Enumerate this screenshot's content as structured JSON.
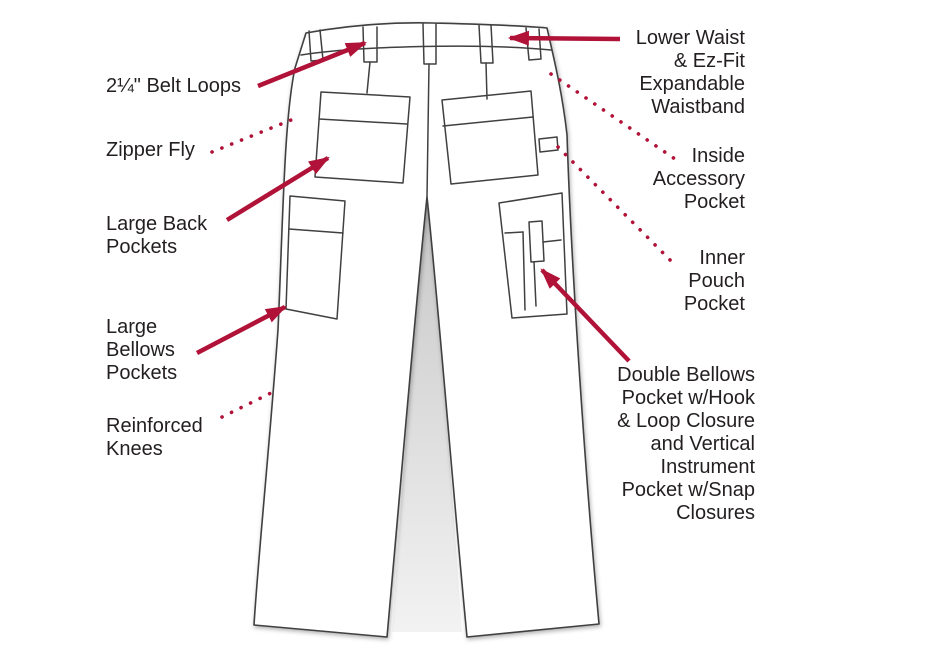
{
  "colors": {
    "accent": "#b01238",
    "ink": "#231f20",
    "line": "#404040",
    "bg": "#ffffff"
  },
  "diagram": {
    "subject": "pants-back-view-feature-callouts",
    "labels": {
      "belt_loops": "2¼\" Belt Loops",
      "zipper_fly": "Zipper Fly",
      "back_pockets": "Large Back\nPockets",
      "bellows_pockets": "Large\nBellows\nPockets",
      "reinforced_knees": "Reinforced\nKnees",
      "waistband": "Lower Waist\n& Ez-Fit\nExpandable\nWaistband",
      "accessory_pocket": "Inside\nAccessory\nPocket",
      "pouch_pocket": "Inner\nPouch\nPocket",
      "double_bellows_pocket": "Double Bellows\nPocket w/Hook\n& Loop Closure\nand Vertical\nInstrument\nPocket w/Snap\nClosures"
    }
  }
}
